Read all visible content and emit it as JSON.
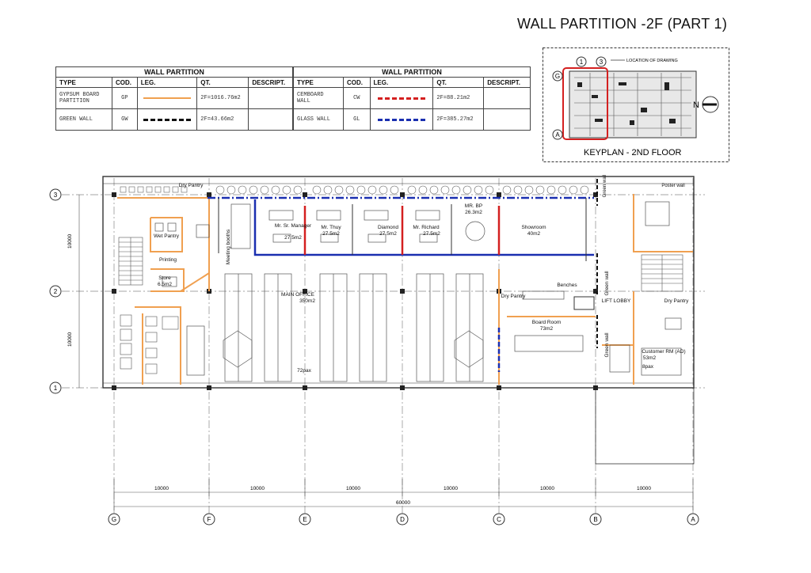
{
  "title": "WALL PARTITION -2F (PART 1)",
  "legend_tables": [
    {
      "heading": "WALL PARTITION",
      "columns": [
        "TYPE",
        "COD.",
        "LEG.",
        "QT.",
        "DESCRIPT."
      ],
      "rows": [
        {
          "type": "GYPSUM BOARD PARTITION",
          "cod": "GP",
          "color": "#f0a050",
          "style": "solid",
          "qt": "2F=1016.76m2"
        },
        {
          "type": "GREEN WALL",
          "cod": "GW",
          "color": "#111111",
          "style": "dashed",
          "qt": "2F=43.66m2"
        }
      ]
    },
    {
      "heading": "WALL PARTITION",
      "columns": [
        "TYPE",
        "COD.",
        "LEG.",
        "QT.",
        "DESCRIPT."
      ],
      "rows": [
        {
          "type": "CEMBOARD WALL",
          "cod": "CW",
          "color": "#d42020",
          "style": "dashdot",
          "qt": "2F=88.21m2"
        },
        {
          "type": "GLASS WALL",
          "cod": "GL",
          "color": "#1a2fb0",
          "style": "dashdot",
          "qt": "2F=385.27m2"
        }
      ]
    }
  ],
  "keyplan": {
    "caption": "KEYPLAN - 2ND FLOOR",
    "note": "LOCATION OF DRAWING",
    "north": "N",
    "grid_labels": [
      "1",
      "3",
      "G",
      "A"
    ]
  },
  "rooms": {
    "dry_pantry_top": "Dry Pantry",
    "poster_wall": "Poster wall",
    "green_wall_top": "Green wall",
    "wet_pantry": "Wet Pantry",
    "printing": "Printing",
    "store": "Store",
    "store_area": "6.5m2",
    "meeting_booths": "Meeting booths",
    "mr_sr_manager": "Mr. Sr. Manager",
    "mr_sr_area": "27.5m2",
    "mr_thuy": "Mr. Thuy",
    "mr_thuy_area": "27.5m2",
    "diamond": "Diamond",
    "diamond_area": "27.5m2",
    "mr_richard": "Mr. Richard",
    "mr_richard_area": "27.5m2",
    "mr_bp": "MR. BP",
    "mr_bp_area": "26.3m2",
    "showroom": "Showroom",
    "showroom_area": "40m2",
    "main_office": "MAIN OFFICE",
    "main_office_area": "350m2",
    "pax_72": "72pax",
    "dry_pantry_mid": "Dry Pantry",
    "benches": "Benches",
    "board_room": "Board Room",
    "board_room_area": "73m2",
    "green_wall_mid": "Green wall",
    "green_wall_low": "Green wall",
    "lift_lobby": "LIFT LOBBY",
    "dry_pantry_right": "Dry Pantry",
    "customer_rm": "Customer RM (AD)",
    "customer_rm_area": "53m2",
    "pax_8": "8pax"
  },
  "grid": {
    "rows": [
      "3",
      "2",
      "1"
    ],
    "columns": [
      "G",
      "F",
      "E",
      "D",
      "C",
      "B",
      "A"
    ],
    "spans": [
      "10000",
      "10000",
      "10000",
      "10000",
      "10000",
      "10000"
    ],
    "total": "60000",
    "vertical_spans": [
      "10000",
      "10000"
    ]
  },
  "colors": {
    "gypsum": "#f0a050",
    "cemboard": "#d42020",
    "glass": "#1a2fb0",
    "green": "#2a9a3a",
    "wall": "#333333",
    "furniture": "#555555"
  }
}
